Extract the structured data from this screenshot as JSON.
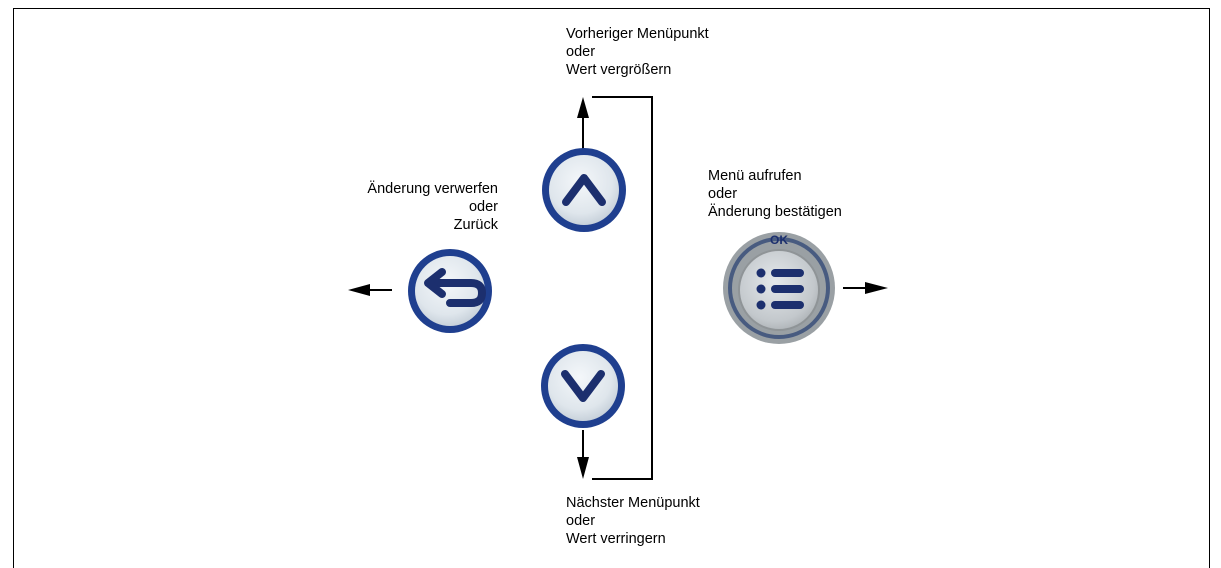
{
  "labels": {
    "up": [
      "Vorheriger Menüpunkt",
      "oder",
      "Wert vergrößern"
    ],
    "down": [
      "Nächster Menüpunkt",
      "oder",
      "Wert verringern"
    ],
    "back": [
      "Änderung verwerfen",
      "oder",
      "Zurück"
    ],
    "ok": [
      "Menü aufrufen",
      "oder",
      "Änderung bestätigen"
    ]
  },
  "buttons": {
    "ok_text": "OK"
  },
  "colors": {
    "button_ring": "#1f3f8f",
    "button_face": "#dfe6ec",
    "icon": "#1c2f6e",
    "ok_ring": "#8f9497",
    "ok_face": "#c7ccd0"
  }
}
